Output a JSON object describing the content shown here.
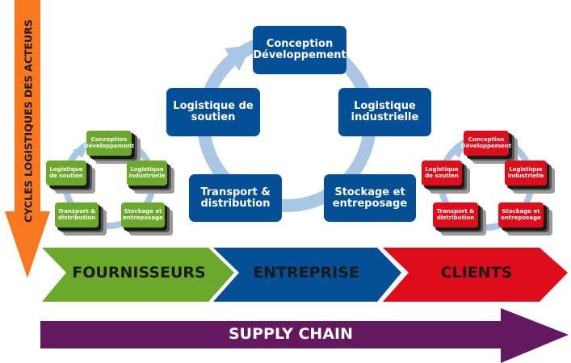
{
  "colors": {
    "orange": "#f7781f",
    "blue": "#054f96",
    "green": "#6aa92a",
    "red": "#df0d1a",
    "purple": "#64185f",
    "ring": "#a9c7e2"
  },
  "vertical_arrow": {
    "label": "CYCLES LOGISTIQUES DES ACTEURS"
  },
  "central_cycle": {
    "conception": "Conception Développement",
    "industrielle": "Logistique industrielle",
    "stockage": "Stockage et entreposage",
    "transport": "Transport & distribution",
    "soutien": "Logistique de soutien"
  },
  "supplier_cycle": {
    "conception": "Conception Développement",
    "industrielle": "Logistique industrielle",
    "stockage": "Stockage et entreposage",
    "transport": "Transport & distribution",
    "soutien": "Logistique de soutien"
  },
  "client_cycle": {
    "conception": "Conception Développement",
    "industrielle": "Logistique industrielle",
    "stockage": "Stockage et entreposage",
    "transport": "Transport & distribution",
    "soutien": "Logistique de soutien"
  },
  "chevrons": {
    "fournisseurs": "FOURNISSEURS",
    "entreprise": "ENTREPRISE",
    "clients": "CLIENTS"
  },
  "supply_chain_arrow": {
    "label": "SUPPLY CHAIN"
  }
}
